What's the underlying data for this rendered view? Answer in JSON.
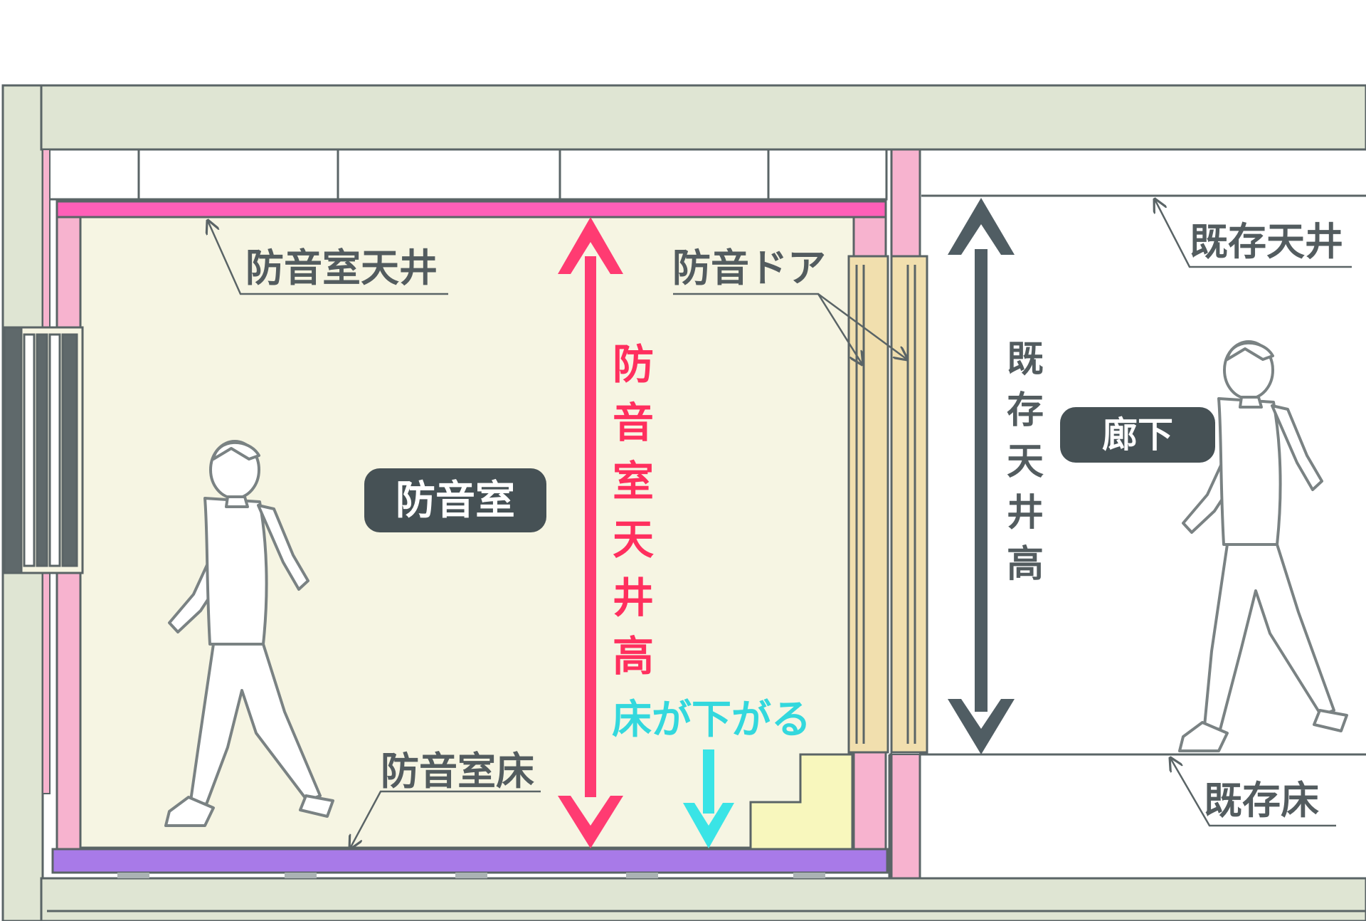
{
  "labels": {
    "room_name": "防音室",
    "corridor_name": "廊下",
    "room_ceiling": "防音室天井",
    "room_door": "防音ドア",
    "room_floor": "防音室床",
    "existing_ceiling": "既存天井",
    "existing_floor": "既存床",
    "floor_lowers": "床が下がる",
    "room_ceiling_height": "防音室天井高",
    "existing_ceiling_height": "既存天井高"
  },
  "colors": {
    "slab": "#dfe5d3",
    "line": "#5a6466",
    "room_fill": "#f6f5e3",
    "wall_pink": "#f7b3cf",
    "ceiling_magenta": "#ff5fb8",
    "floor_purple": "#a87ae8",
    "door_wood": "#f1dfae",
    "step_yellow": "#f8f7bd",
    "arrow_red": "#ff3b72",
    "arrow_dark": "#505d63",
    "arrow_cyan": "#3ae4e6",
    "badge_bg": "#465155",
    "text_dark": "#535c5f",
    "text_red": "#ff2f5e",
    "text_cyan": "#33d8dd"
  }
}
